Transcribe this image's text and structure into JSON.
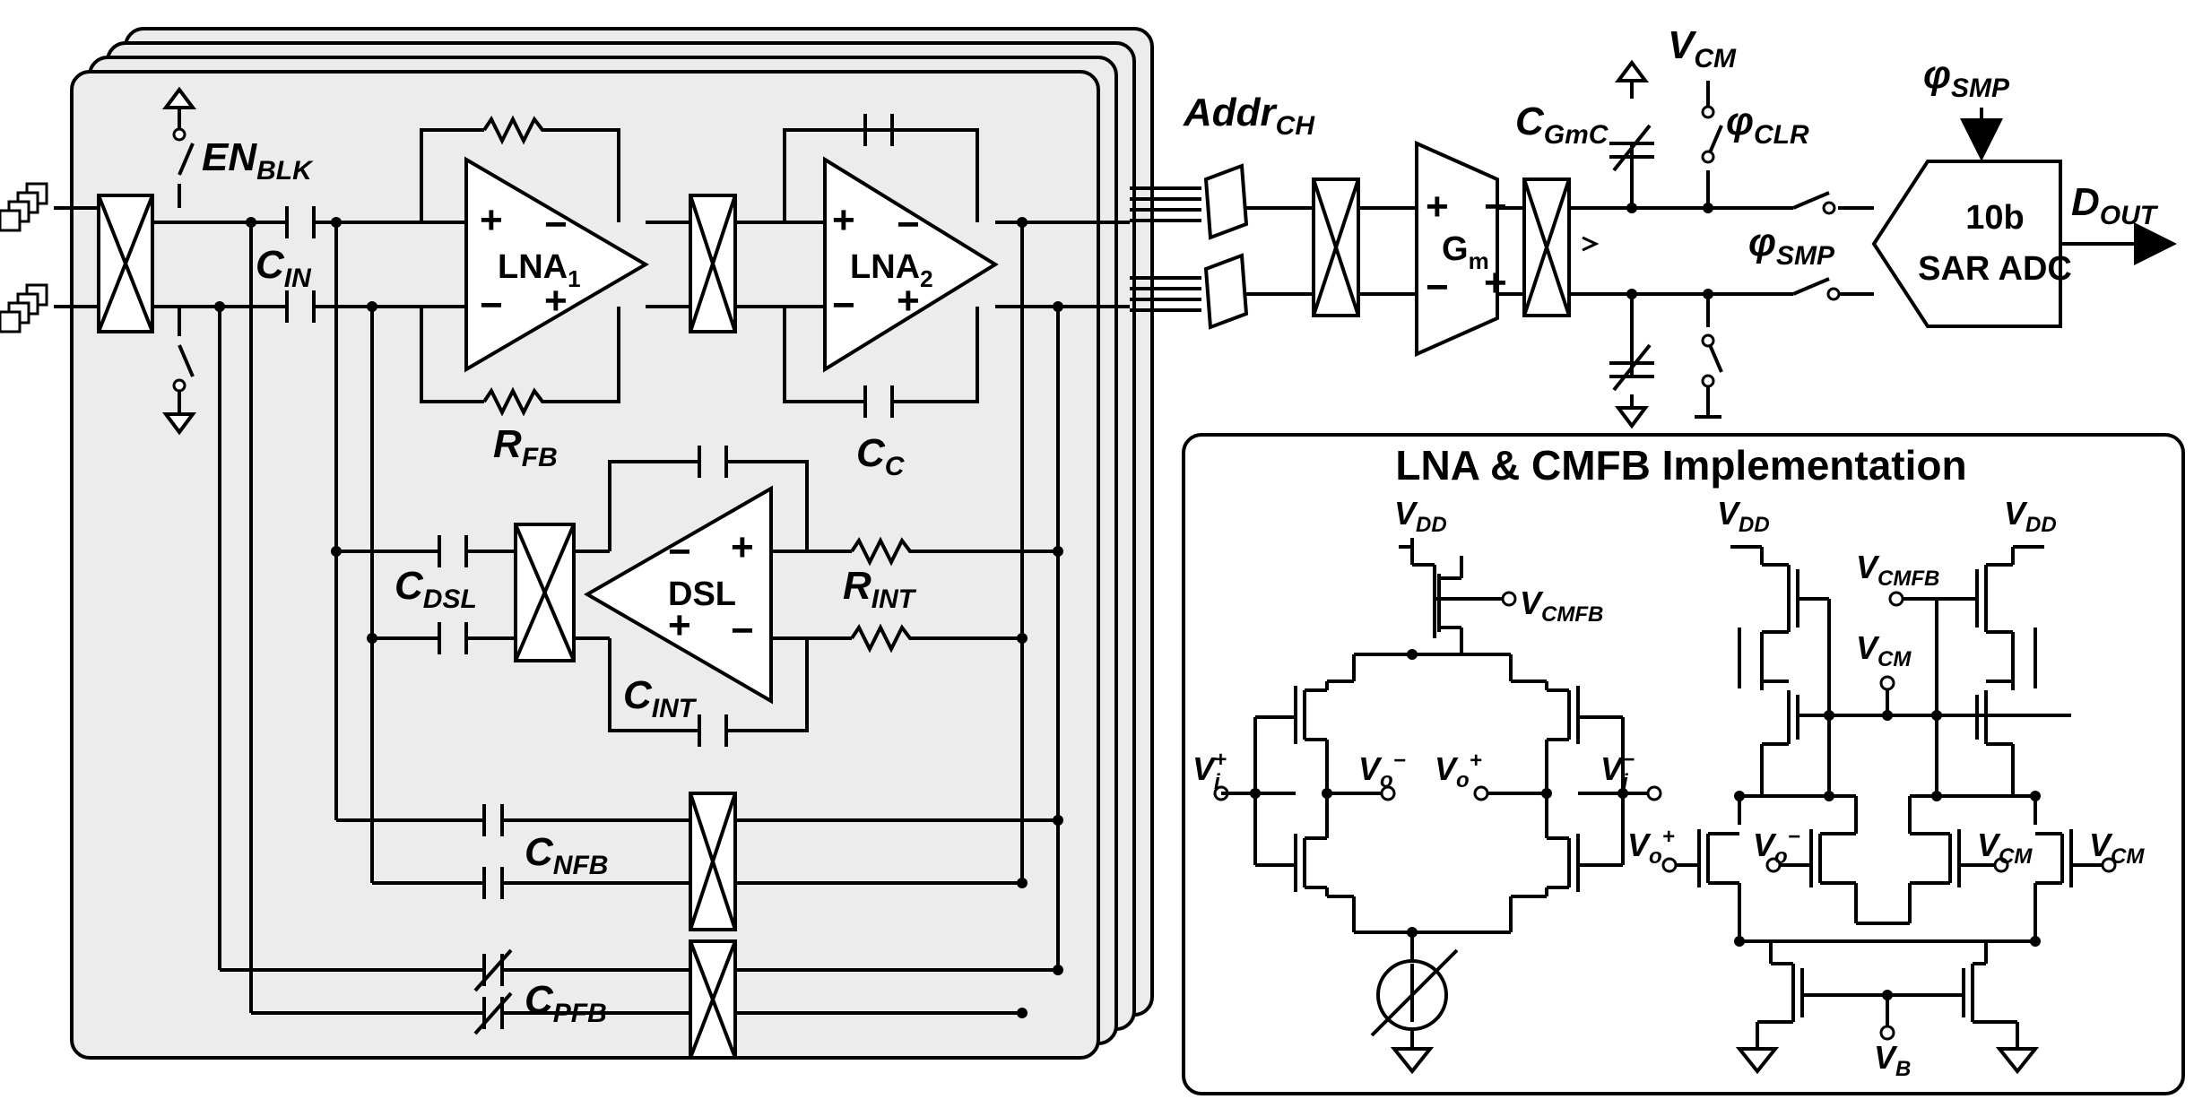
{
  "labels": {
    "en_blk": {
      "main": "EN",
      "sub": "BLK"
    },
    "c_in": {
      "main": "C",
      "sub": "IN"
    },
    "lna1": {
      "main": "LNA",
      "sub": "1"
    },
    "lna2": {
      "main": "LNA",
      "sub": "2"
    },
    "r_fb": {
      "main": "R",
      "sub": "FB"
    },
    "c_c": {
      "main": "C",
      "sub": "C"
    },
    "c_dsl": {
      "main": "C",
      "sub": "DSL"
    },
    "dsl": "DSL",
    "r_int": {
      "main": "R",
      "sub": "INT"
    },
    "c_int": {
      "main": "C",
      "sub": "INT"
    },
    "c_nfb": {
      "main": "C",
      "sub": "NFB"
    },
    "c_pfb": {
      "main": "C",
      "sub": "PFB"
    },
    "addr_ch": {
      "main": "Addr",
      "sub": "CH"
    },
    "c_gmc": {
      "main": "C",
      "sub": "GmC"
    },
    "gm": {
      "main": "G",
      "sub": "m"
    },
    "v_cm_top": {
      "main": "V",
      "sub": "CM"
    },
    "phi_clr": {
      "main": "φ",
      "sub": "CLR"
    },
    "phi_smp_top": {
      "main": "φ",
      "sub": "SMP"
    },
    "phi_smp": {
      "main": "φ",
      "sub": "SMP"
    },
    "adc_line1": "10b",
    "adc_line2": "SAR ADC",
    "d_out": {
      "main": "D",
      "sub": "OUT"
    },
    "plus": "+",
    "minus": "−"
  },
  "inset": {
    "title": "LNA & CMFB Implementation",
    "vdd": {
      "main": "V",
      "sub": "DD"
    },
    "vcmfb": {
      "main": "V",
      "sub": "CMFB"
    },
    "vcm": {
      "main": "V",
      "sub": "CM"
    },
    "vb": {
      "main": "V",
      "sub": "B"
    },
    "vi_plus": {
      "main": "V",
      "sub": "i",
      "sup": "+"
    },
    "vi_minus": {
      "main": "V",
      "sub": "i",
      "sup": "−"
    },
    "vo_plus": {
      "main": "V",
      "sub": "o",
      "sup": "+"
    },
    "vo_minus": {
      "main": "V",
      "sub": "o",
      "sup": "−"
    }
  }
}
